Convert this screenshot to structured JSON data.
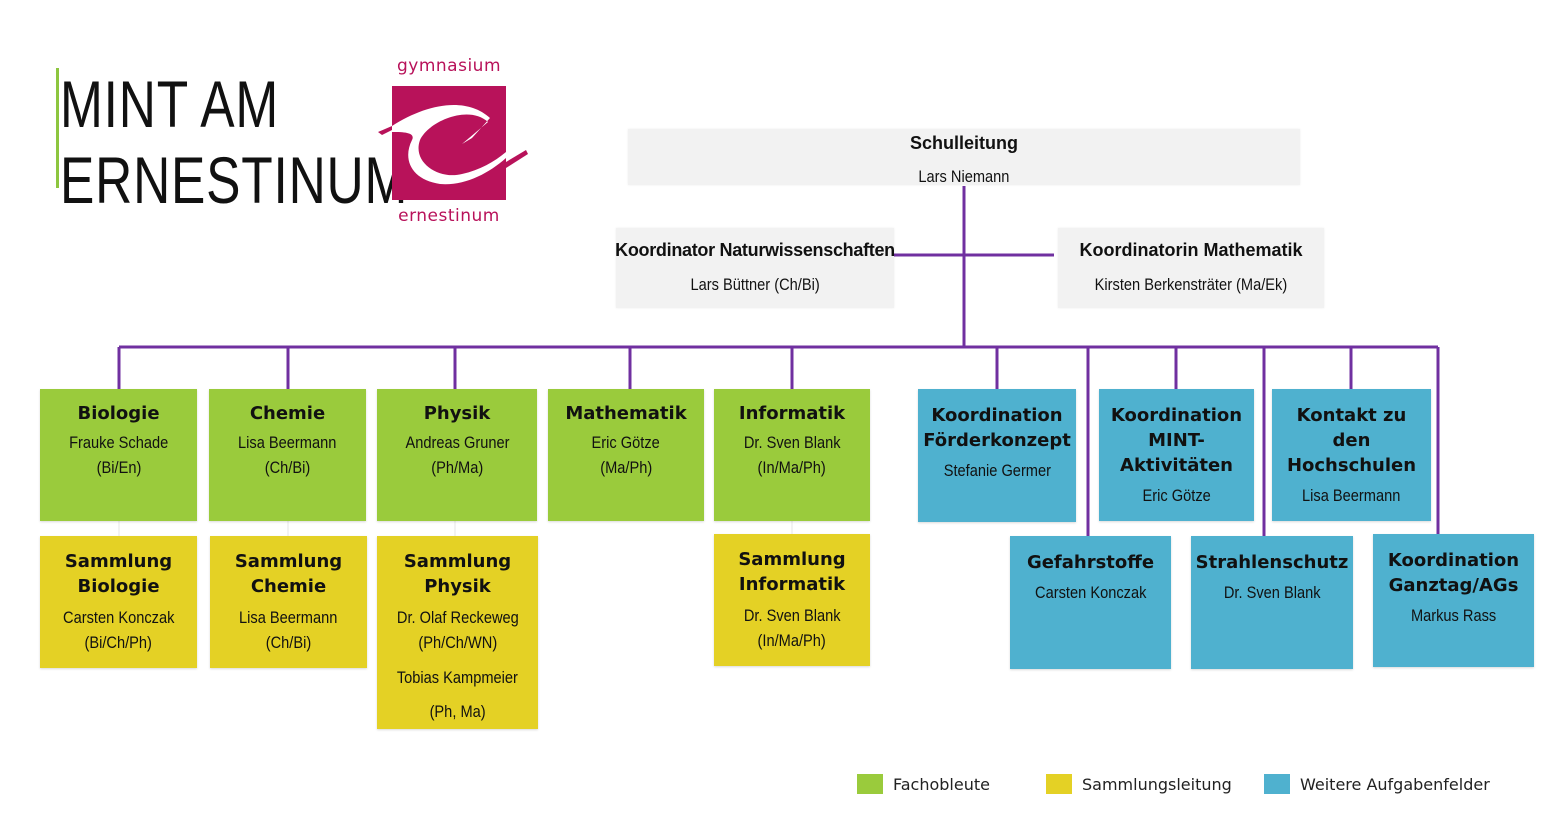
{
  "title": {
    "line1": "MINT AM",
    "line2": "ERNESTINUM"
  },
  "logo": {
    "top_text": "gymnasium",
    "bottom_text": "ernestinum",
    "color": "#b8125a"
  },
  "colors": {
    "connector": "#7030a0",
    "fachobleute": "#9acb3c",
    "sammlungsleitung": "#e4d125",
    "weitere": "#4fb1cf",
    "leitung": "#f2f2f2"
  },
  "leadership": {
    "head": {
      "title": "Schulleitung",
      "person": "Lars Niemann"
    },
    "left": {
      "title": "Koordinator Naturwissenschaften",
      "person": "Lars Büttner (Ch/Bi)"
    },
    "right": {
      "title": "Koordinatorin Mathematik",
      "person": "Kirsten Berkensträter (Ma/Ek)"
    }
  },
  "subjects": [
    {
      "title": "Biologie",
      "person": "Frauke Schade",
      "subjects": "(Bi/En)"
    },
    {
      "title": "Chemie",
      "person": "Lisa Beermann",
      "subjects": "(Ch/Bi)"
    },
    {
      "title": "Physik",
      "person": "Andreas Gruner",
      "subjects": "(Ph/Ma)"
    },
    {
      "title": "Mathematik",
      "person": "Eric Götze",
      "subjects": "(Ma/Ph)"
    },
    {
      "title": "Informatik",
      "person": "Dr. Sven Blank",
      "subjects": "(In/Ma/Ph)"
    }
  ],
  "collections": [
    {
      "title1": "Sammlung",
      "title2": "Biologie",
      "person": "Carsten Konczak",
      "subjects": "(Bi/Ch/Ph)"
    },
    {
      "title1": "Sammlung",
      "title2": "Chemie",
      "person": "Lisa Beermann",
      "subjects": "(Ch/Bi)"
    },
    {
      "title1": "Sammlung",
      "title2": "Physik",
      "person": "Dr. Olaf Reckeweg",
      "subjects": "(Ph/Ch/WN)",
      "person2": "Tobias Kampmeier",
      "subjects2": "(Ph, Ma)"
    },
    {
      "title1": "Sammlung",
      "title2": "Informatik",
      "person": "Dr. Sven Blank",
      "subjects": "(In/Ma/Ph)"
    }
  ],
  "tasks": [
    {
      "title": [
        "Koordination",
        "Förderkonzept"
      ],
      "person": "Stefanie Germer"
    },
    {
      "title": [
        "Koordination",
        "MINT-",
        "Aktivitäten"
      ],
      "person": "Eric Götze"
    },
    {
      "title": [
        "Kontakt zu",
        "den",
        "Hochschulen"
      ],
      "person": "Lisa Beermann"
    },
    {
      "title": [
        "Gefahrstoffe"
      ],
      "person": "Carsten Konczak"
    },
    {
      "title": [
        "Strahlenschutz"
      ],
      "person": "Dr. Sven Blank"
    },
    {
      "title": [
        "Koordination",
        "Ganztag/AGs"
      ],
      "person": "Markus Rass"
    }
  ],
  "legend": [
    {
      "label": "Fachobleute",
      "color": "#9acb3c"
    },
    {
      "label": "Sammlungsleitung",
      "color": "#e4d125"
    },
    {
      "label": "Weitere Aufgabenfelder",
      "color": "#4fb1cf"
    }
  ]
}
